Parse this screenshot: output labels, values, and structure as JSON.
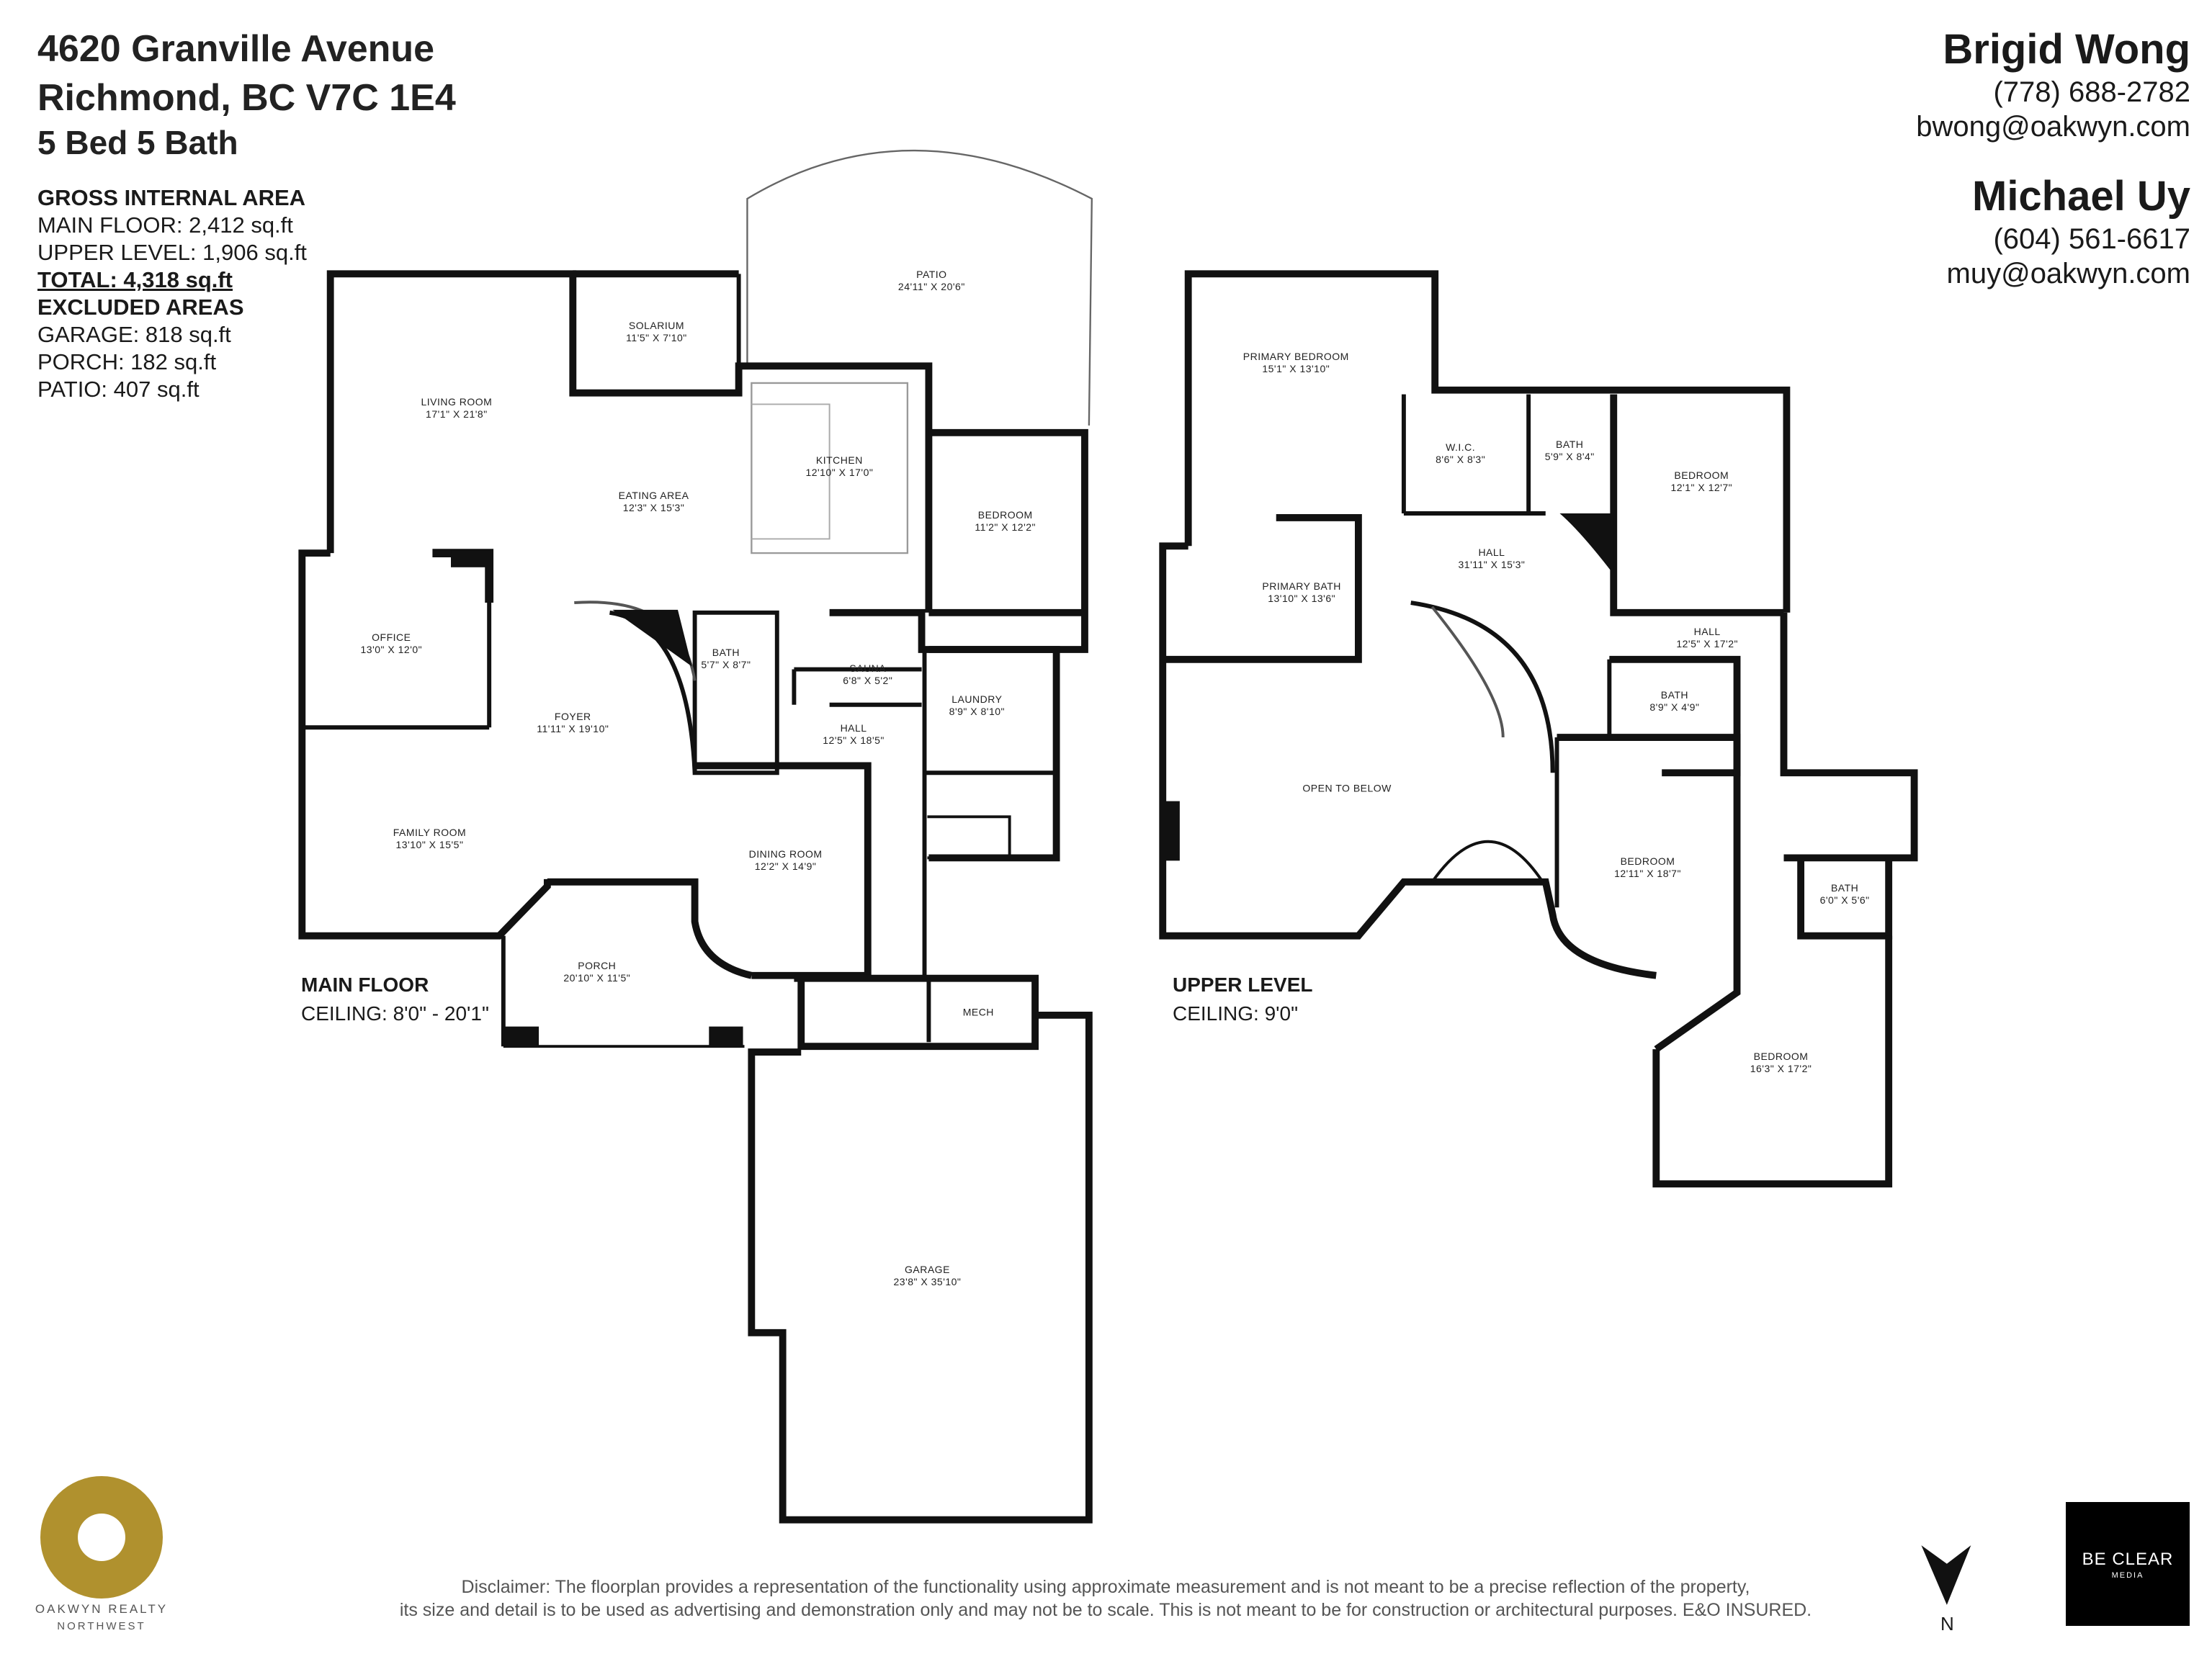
{
  "header": {
    "address_line1": "4620 Granville Avenue",
    "address_line2": "Richmond, BC V7C 1E4",
    "beds_baths": "5 Bed 5 Bath"
  },
  "areas": {
    "gross_heading": "GROSS INTERNAL AREA",
    "main_floor": "MAIN FLOOR: 2,412 sq.ft",
    "upper_level": "UPPER LEVEL: 1,906 sq.ft",
    "total": "TOTAL: 4,318 sq.ft",
    "excluded_heading": "EXCLUDED AREAS",
    "garage": "GARAGE: 818 sq.ft",
    "porch": "PORCH: 182 sq.ft",
    "patio": "PATIO: 407 sq.ft"
  },
  "agents": [
    {
      "name": "Brigid Wong",
      "phone": "(778) 688-2782",
      "email": "bwong@oakwyn.com"
    },
    {
      "name": "Michael Uy",
      "phone": "(604) 561-6617",
      "email": "muy@oakwyn.com"
    }
  ],
  "main_floor": {
    "label": "MAIN FLOOR",
    "ceiling": "CEILING: 8'0\" - 20'1\"",
    "rooms": [
      {
        "name": "PATIO",
        "dim": "24'11\" X 20'6\""
      },
      {
        "name": "SOLARIUM",
        "dim": "11'5\" X 7'10\""
      },
      {
        "name": "LIVING ROOM",
        "dim": "17'1\" X 21'8\""
      },
      {
        "name": "EATING AREA",
        "dim": "12'3\" X 15'3\""
      },
      {
        "name": "KITCHEN",
        "dim": "12'10\" X 17'0\""
      },
      {
        "name": "BEDROOM",
        "dim": "11'2\" X 12'2\""
      },
      {
        "name": "OFFICE",
        "dim": "13'0\" X 12'0\""
      },
      {
        "name": "BATH",
        "dim": "5'7\" X 8'7\""
      },
      {
        "name": "SAUNA",
        "dim": "6'8\" X 5'2\""
      },
      {
        "name": "LAUNDRY",
        "dim": "8'9\" X 8'10\""
      },
      {
        "name": "FOYER",
        "dim": "11'11\" X 19'10\""
      },
      {
        "name": "HALL",
        "dim": "12'5\" X 18'5\""
      },
      {
        "name": "FAMILY ROOM",
        "dim": "13'10\" X 15'5\""
      },
      {
        "name": "DINING ROOM",
        "dim": "12'2\" X 14'9\""
      },
      {
        "name": "PORCH",
        "dim": "20'10\" X 11'5\""
      },
      {
        "name": "MECH",
        "dim": ""
      },
      {
        "name": "GARAGE",
        "dim": "23'8\" X 35'10\""
      }
    ]
  },
  "upper_level": {
    "label": "UPPER LEVEL",
    "ceiling": "CEILING: 9'0\"",
    "rooms": [
      {
        "name": "PRIMARY BEDROOM",
        "dim": "15'1\" X 13'10\""
      },
      {
        "name": "W.I.C.",
        "dim": "8'6\" X 8'3\""
      },
      {
        "name": "BATH",
        "dim": "5'9\" X 8'4\""
      },
      {
        "name": "BEDROOM",
        "dim": "12'1\" X 12'7\""
      },
      {
        "name": "PRIMARY BATH",
        "dim": "13'10\" X 13'6\""
      },
      {
        "name": "HALL",
        "dim": "31'11\" X 15'3\""
      },
      {
        "name": "HALL",
        "dim": "12'5\" X 17'2\""
      },
      {
        "name": "BATH",
        "dim": "8'9\" X 4'9\""
      },
      {
        "name": "OPEN TO BELOW",
        "dim": ""
      },
      {
        "name": "BEDROOM",
        "dim": "12'11\" X 18'7\""
      },
      {
        "name": "BATH",
        "dim": "6'0\" X 5'6\""
      },
      {
        "name": "BEDROOM",
        "dim": "16'3\" X 17'2\""
      }
    ]
  },
  "branding": {
    "logo_line1": "OAKWYN REALTY",
    "logo_line2": "NORTHWEST",
    "logo_color": "#b0912e",
    "compass_label": "N",
    "media_line1": "BE CLEAR",
    "media_line2": "MEDIA"
  },
  "disclaimer": {
    "line1": "Disclaimer: The floorplan provides a representation of the functionality using approximate measurement and is not meant to be a precise reflection of the property,",
    "line2": "its size and detail is to be used as advertising and demonstration only and may not be to scale. This is not meant to be for construction or architectural purposes. E&O INSURED."
  }
}
